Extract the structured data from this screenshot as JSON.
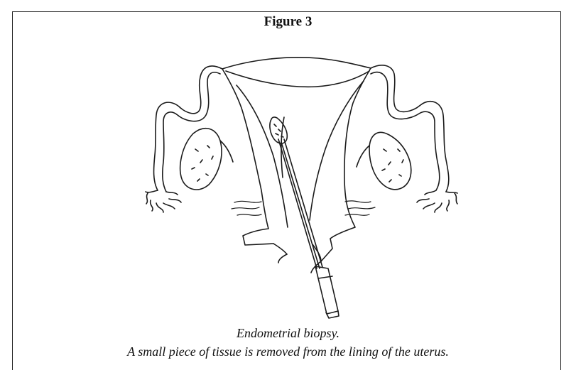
{
  "figure": {
    "title": "Figure 3",
    "caption_line1": "Endometrial biopsy.",
    "caption_line2": "A small piece of tissue is removed from the lining of the uterus."
  },
  "colors": {
    "line": "#1a1a1a",
    "background": "#ffffff"
  }
}
